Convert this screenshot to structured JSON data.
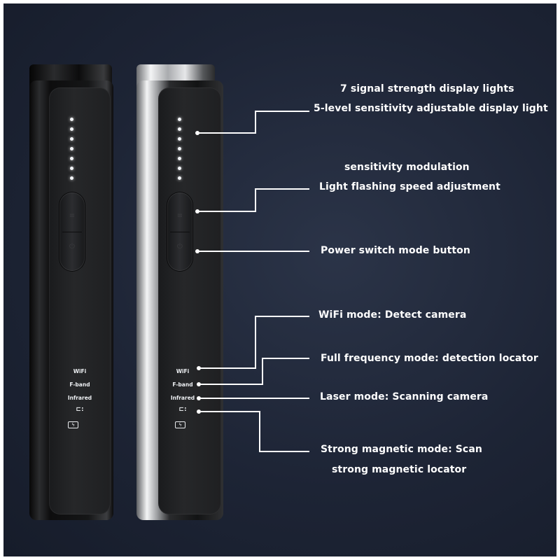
{
  "device": {
    "modes": [
      "WiFi",
      "F-band",
      "Infrared"
    ],
    "magnet_icon": "magnet-icon",
    "battery_icon": "battery-charge-icon",
    "led_count": 7
  },
  "callouts": {
    "signal_lights": "7 signal strength display lights",
    "sensitivity_light": "5-level sensitivity adjustable display light",
    "sensitivity_modulation": "sensitivity modulation",
    "flashing_speed": "Light flashing speed adjustment",
    "power_switch": "Power switch mode button",
    "wifi_mode": "WiFi mode: Detect camera",
    "full_frequency": "Full frequency mode: detection locator",
    "laser_mode": "Laser mode: Scanning camera",
    "magnetic_line1": "Strong magnetic mode: Scan",
    "magnetic_line2": "strong magnetic locator"
  },
  "colors": {
    "background": "#1d2435",
    "black_device": "#121314",
    "silver_device": "#c8cacd",
    "label": "#ffffff"
  }
}
